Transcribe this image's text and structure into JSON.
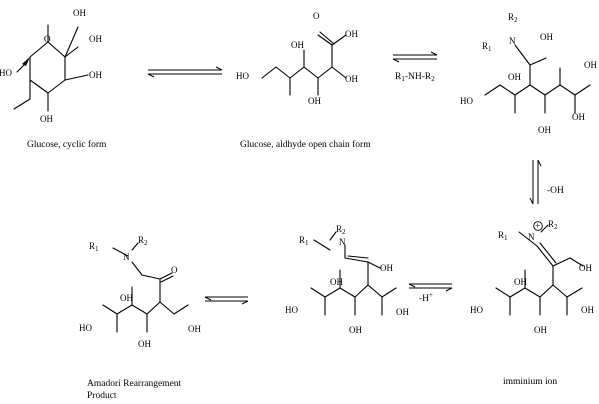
{
  "labels": {
    "oh": "OH",
    "ho": "HO",
    "o": "O",
    "n": "N",
    "r1": "R",
    "r2": "R",
    "sub1": "1",
    "sub2": "2",
    "plus": "+",
    "sup_plus": "+"
  },
  "captions": {
    "glucose_cyclic": "Glucose, cyclic form",
    "glucose_open": "Glucose, aldhyde open chain form",
    "amadori_line1": "Amadori Rearrangement",
    "amadori_line2": "Product",
    "imminium": "imminium ion"
  },
  "conditions": {
    "amine_r1": "R",
    "amine_mid": "-NH-R",
    "sub1": "1",
    "sub2": "2",
    "minus_oh": "-OH",
    "minus_h": "-H"
  }
}
